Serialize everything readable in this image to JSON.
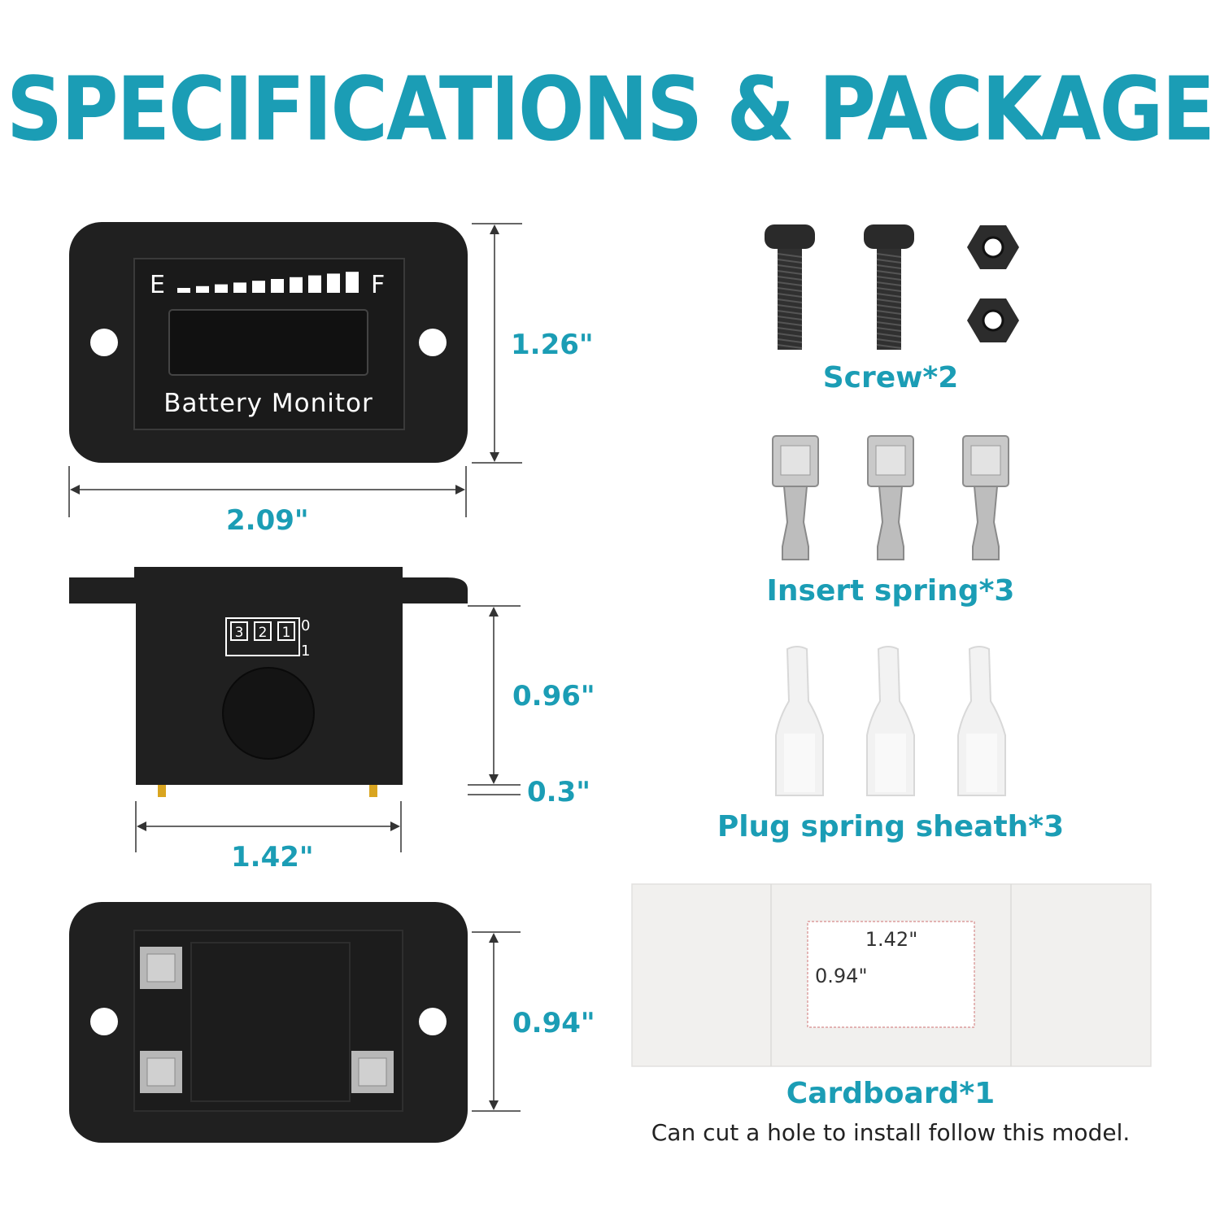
{
  "title": "SPECIFICATIONS & PACKAGE",
  "front": {
    "gauge_left": "E",
    "gauge_right": "F",
    "name": "Battery Monitor",
    "height": "1.26\"",
    "width": "2.09\""
  },
  "side": {
    "switch_labels": [
      "3",
      "2",
      "1"
    ],
    "switch_on": "0",
    "switch_off": "1",
    "body_height": "0.96\"",
    "pin_height": "0.3\"",
    "body_width": "1.42\""
  },
  "back": {
    "height": "0.94\""
  },
  "package": {
    "screw": "Screw*2",
    "insert_spring": "Insert spring*3",
    "sheath": "Plug spring sheath*3",
    "cardboard": "Cardboard*1",
    "cardboard_width": "1.42\"",
    "cardboard_height": "0.94\"",
    "note": "Can cut a hole to install follow this model."
  },
  "colors": {
    "accent": "#1b9db5",
    "device": "#222222",
    "cardboard": "#f1f0ee"
  }
}
